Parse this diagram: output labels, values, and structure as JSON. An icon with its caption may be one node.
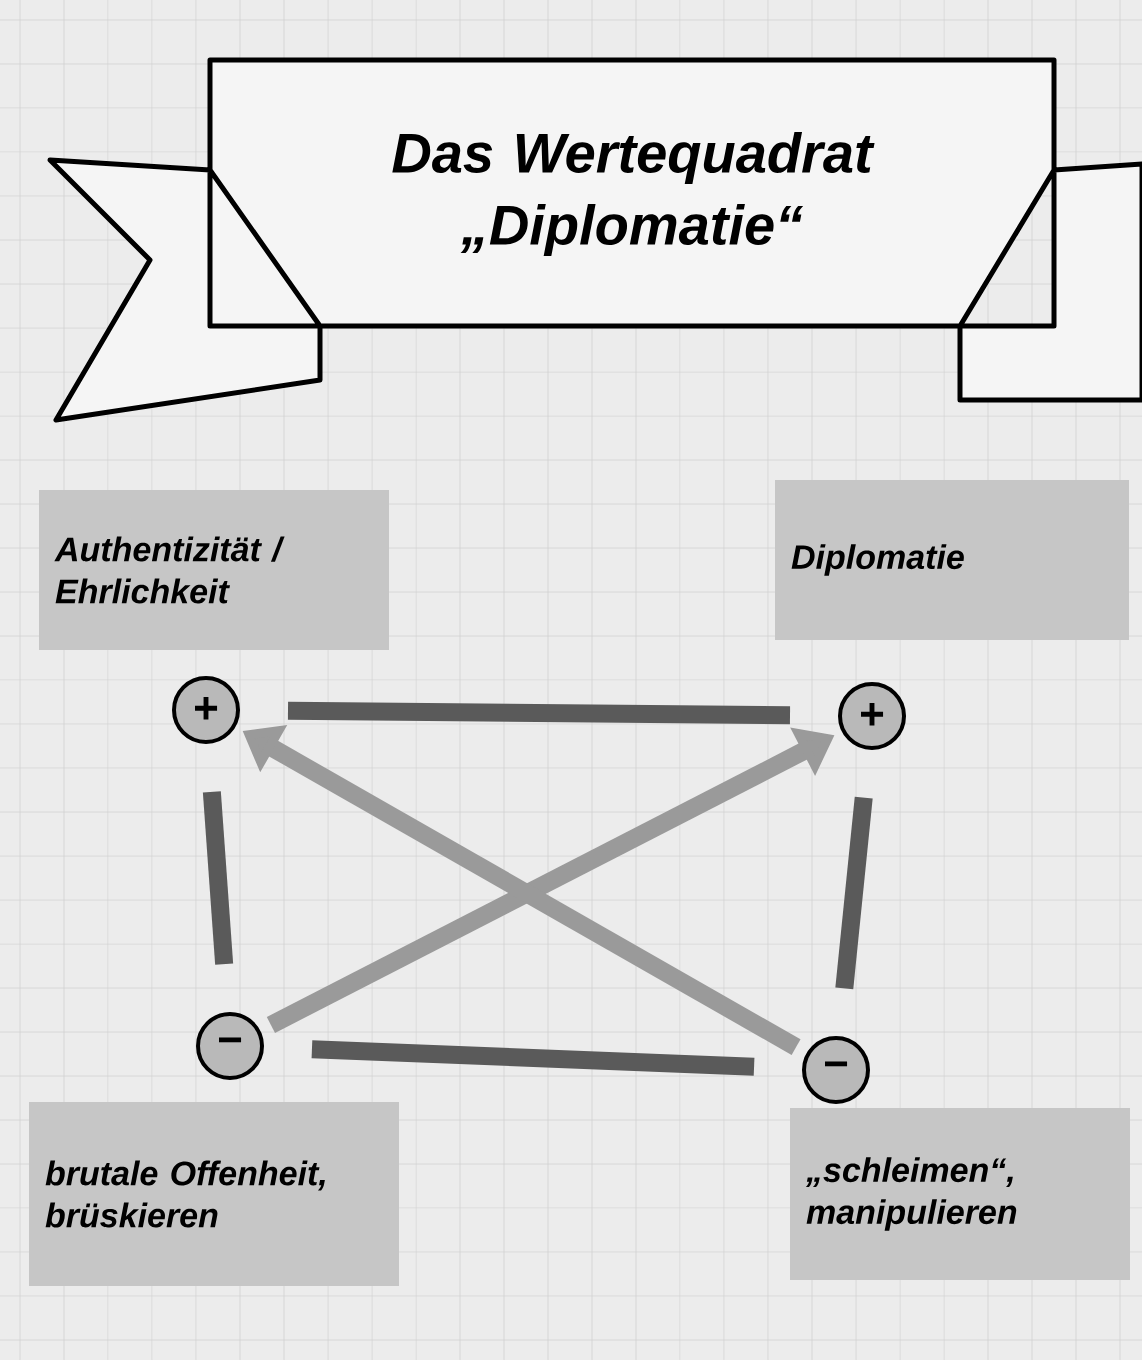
{
  "diagram": {
    "title": "Das Wertequadrat „Diplomatie“",
    "nodes": [
      {
        "text": [
          "Authentizität / Ehrlichkeit"
        ]
      },
      {
        "text": [
          "Diplomatie"
        ]
      },
      {
        "text": [
          "+"
        ]
      },
      {
        "text": [
          "+"
        ]
      },
      {
        "text": [
          "−"
        ]
      },
      {
        "text": [
          "−"
        ]
      },
      {
        "text": [
          "brutale Offenheit, brüskieren"
        ]
      },
      {
        "text": [
          "„schleimen“, manipulieren"
        ]
      }
    ],
    "edges": [
      {
        "from": 2,
        "to": 3,
        "arrow": "none"
      },
      {
        "from": 2,
        "to": 4,
        "arrow": "none"
      },
      {
        "from": 3,
        "to": 5,
        "arrow": "none"
      },
      {
        "from": 4,
        "to": 5,
        "arrow": "none"
      },
      {
        "from": 4,
        "to": 3,
        "arrow": "to",
        "color": "#9a9a9a"
      },
      {
        "from": 5,
        "to": 2,
        "arrow": "to",
        "color": "#9a9a9a"
      }
    ]
  }
}
